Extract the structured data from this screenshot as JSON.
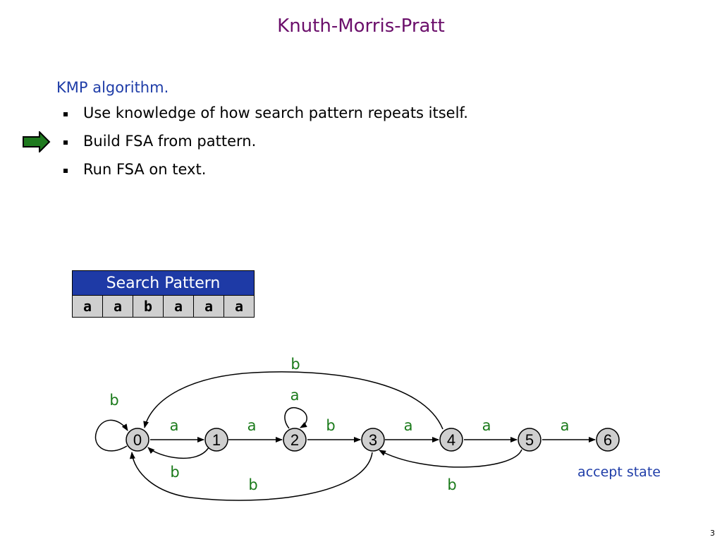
{
  "slide": {
    "title": "Knuth-Morris-Pratt",
    "heading": "KMP algorithm.",
    "bullets": [
      "Use knowledge of how search pattern repeats itself.",
      "Build FSA from pattern.",
      "Run FSA on text."
    ],
    "page_number": "3"
  },
  "search_pattern": {
    "header": "Search Pattern",
    "chars": [
      "a",
      "a",
      "b",
      "a",
      "a",
      "a"
    ]
  },
  "fsa": {
    "states": [
      "0",
      "1",
      "2",
      "3",
      "4",
      "5",
      "6"
    ],
    "accept_label": "accept state",
    "forward_labels": [
      "a",
      "a",
      "b",
      "a",
      "a",
      "a"
    ],
    "self_loop_0": "b",
    "self_loop_2": "a",
    "back_1_to_0": "b",
    "back_3_to_0": "b",
    "back_4_to_0": "b",
    "back_5_to_3": "b"
  },
  "colors": {
    "title": "#6b0f6b",
    "heading": "#1f3da8",
    "edge_label": "#1a7a1a",
    "state_fill": "#cfcfcf",
    "arrow_fill": "#1f7a1f"
  }
}
